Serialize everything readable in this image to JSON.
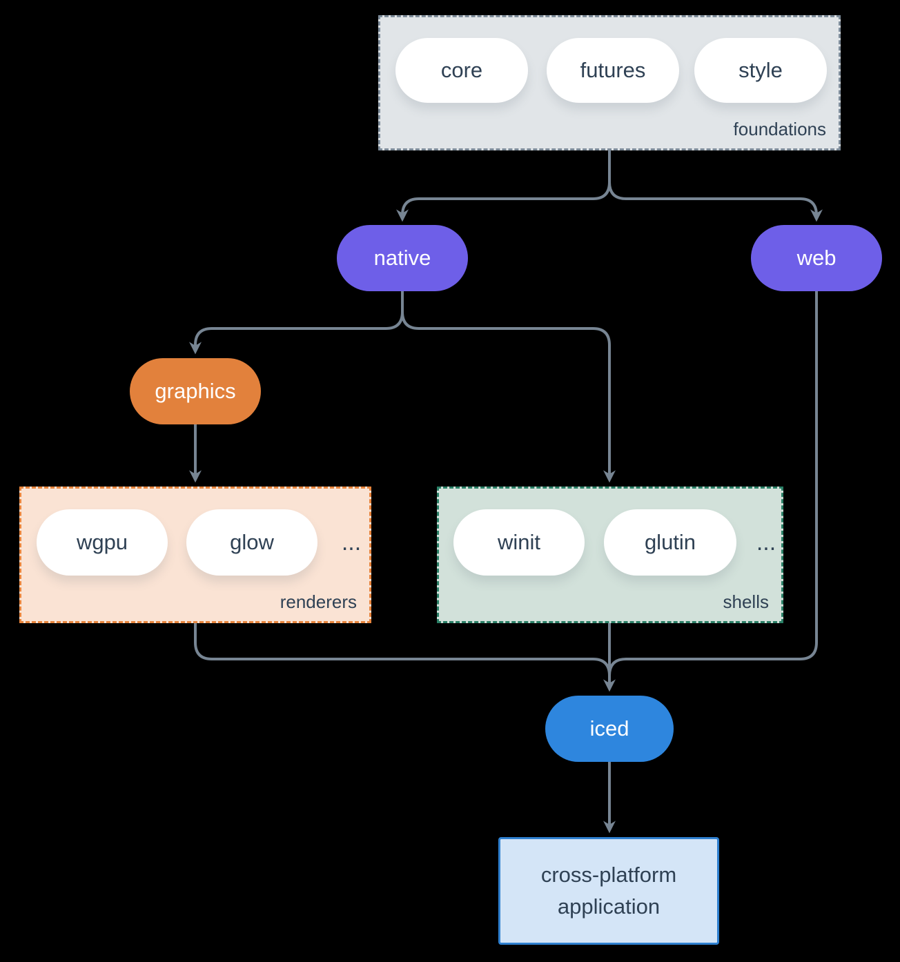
{
  "groups": {
    "foundations": {
      "label": "foundations",
      "items": [
        {
          "label": "core"
        },
        {
          "label": "futures"
        },
        {
          "label": "style"
        }
      ]
    },
    "renderers": {
      "label": "renderers",
      "items": [
        {
          "label": "wgpu"
        },
        {
          "label": "glow"
        }
      ],
      "ellipsis": "..."
    },
    "shells": {
      "label": "shells",
      "items": [
        {
          "label": "winit"
        },
        {
          "label": "glutin"
        }
      ],
      "ellipsis": "..."
    }
  },
  "nodes": {
    "native": {
      "label": "native"
    },
    "web": {
      "label": "web"
    },
    "graphics": {
      "label": "graphics"
    },
    "iced": {
      "label": "iced"
    },
    "application": {
      "label": "cross-platform application"
    }
  },
  "colors": {
    "purple-node": "#6e5fe8",
    "orange-node": "#e2813c",
    "blue-node": "#2e86de",
    "foundations-fill": "#e1e5e8",
    "foundations-border": "#7d8b99",
    "renderers-fill": "#fae3d4",
    "renderers-border": "#e8853d",
    "shells-fill": "#d2e1da",
    "shells-border": "#2a7f66",
    "application-fill": "#d4e5f7",
    "application-border": "#2f80d0",
    "edge-color": "#778593",
    "pill-fill": "#ffffff",
    "text-dark": "#2f4154",
    "text-light": "#ffffff",
    "background": "#000000"
  }
}
